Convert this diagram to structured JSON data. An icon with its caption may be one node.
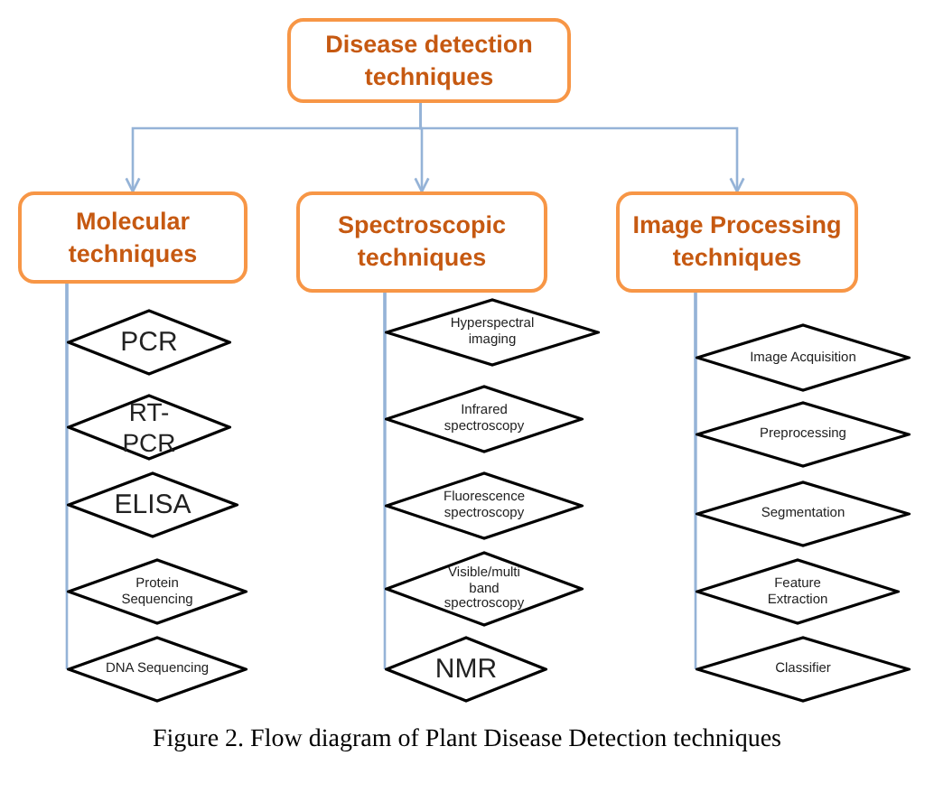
{
  "diagram": {
    "caption": "Figure 2. Flow diagram of Plant Disease Detection techniques",
    "nodes": [
      {
        "text": [
          "Disease detection techniques"
        ]
      },
      {
        "text": [
          "Molecular techniques"
        ]
      },
      {
        "text": [
          "Spectroscopic techniques"
        ]
      },
      {
        "text": [
          "Image Processing techniques"
        ]
      },
      {
        "text": [
          "PCR"
        ]
      },
      {
        "text": [
          "RT-PCR"
        ]
      },
      {
        "text": [
          "ELISA"
        ]
      },
      {
        "text": [
          "Protein Sequencing"
        ]
      },
      {
        "text": [
          "DNA Sequencing"
        ]
      },
      {
        "text": [
          "Hyperspectral imaging"
        ]
      },
      {
        "text": [
          "Infrared spectroscopy"
        ]
      },
      {
        "text": [
          "Fluorescence spectroscopy"
        ]
      },
      {
        "text": [
          "Visible/multi band spectroscopy"
        ]
      },
      {
        "text": [
          "NMR"
        ]
      },
      {
        "text": [
          "Image Acquisition"
        ]
      },
      {
        "text": [
          "Preprocessing"
        ]
      },
      {
        "text": [
          "Segmentation"
        ]
      },
      {
        "text": [
          "Feature Extraction"
        ]
      },
      {
        "text": [
          "Classifier"
        ]
      }
    ],
    "edges": [
      {
        "from": 0,
        "to": 1,
        "arrow": "to"
      },
      {
        "from": 0,
        "to": 2,
        "arrow": "to"
      },
      {
        "from": 0,
        "to": 3,
        "arrow": "to"
      },
      {
        "from": 1,
        "to": 4,
        "arrow": "none"
      },
      {
        "from": 1,
        "to": 5,
        "arrow": "none"
      },
      {
        "from": 1,
        "to": 6,
        "arrow": "none"
      },
      {
        "from": 1,
        "to": 7,
        "arrow": "none"
      },
      {
        "from": 1,
        "to": 8,
        "arrow": "none"
      },
      {
        "from": 2,
        "to": 9,
        "arrow": "none"
      },
      {
        "from": 2,
        "to": 10,
        "arrow": "none"
      },
      {
        "from": 2,
        "to": 11,
        "arrow": "none"
      },
      {
        "from": 2,
        "to": 12,
        "arrow": "none"
      },
      {
        "from": 2,
        "to": 13,
        "arrow": "none"
      },
      {
        "from": 3,
        "to": 14,
        "arrow": "none"
      },
      {
        "from": 3,
        "to": 15,
        "arrow": "none"
      },
      {
        "from": 3,
        "to": 16,
        "arrow": "none"
      },
      {
        "from": 3,
        "to": 17,
        "arrow": "none"
      },
      {
        "from": 3,
        "to": 18,
        "arrow": "none"
      }
    ]
  }
}
